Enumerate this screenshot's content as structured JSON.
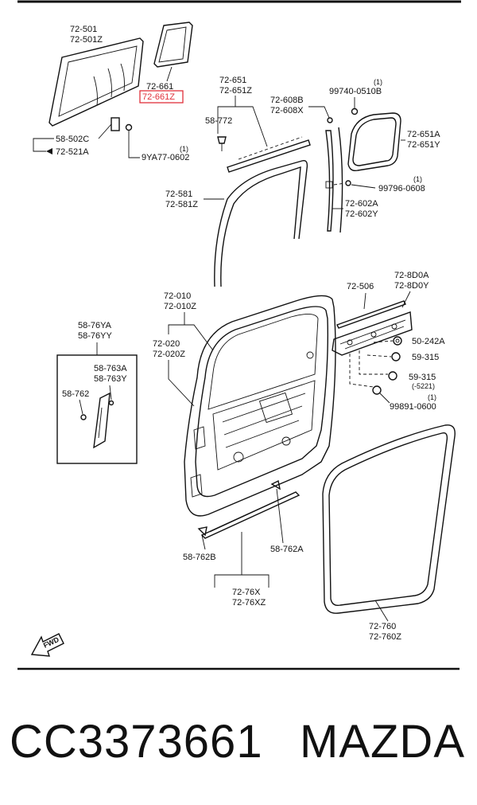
{
  "diagram": {
    "labels": {
      "l_72_501": "72-501",
      "l_72_501z": "72-501Z",
      "l_72_661": "72-661",
      "l_72_661z": "72-661Z",
      "l_72_651": "72-651",
      "l_72_651z": "72-651Z",
      "l_72_608b": "72-608B",
      "l_72_608x": "72-608X",
      "l_99740": "99740-0510B",
      "l_99740_qty": "(1)",
      "l_58_772": "58-772",
      "l_72_651a": "72-651A",
      "l_72_651y": "72-651Y",
      "l_58_502c": "58-502C",
      "l_72_521a": "72-521A",
      "l_9ya77": "9YA77-0602",
      "l_9ya77_qty": "(1)",
      "l_99796": "99796-0608",
      "l_99796_qty": "(1)",
      "l_72_581": "72-581",
      "l_72_581z": "72-581Z",
      "l_72_602a": "72-602A",
      "l_72_602y": "72-602Y",
      "l_72_8d0a": "72-8D0A",
      "l_72_8d0y": "72-8D0Y",
      "l_72_506": "72-506",
      "l_72_010": "72-010",
      "l_72_010z": "72-010Z",
      "l_58_76ya": "58-76YA",
      "l_58_76yy": "58-76YY",
      "l_72_020": "72-020",
      "l_72_020z": "72-020Z",
      "l_50_242a": "50-242A",
      "l_59_315a": "59-315",
      "l_59_315b": "59-315",
      "l_5221": "(-5221)",
      "l_58_763a": "58-763A",
      "l_58_763y": "58-763Y",
      "l_58_762": "58-762",
      "l_99891": "99891-0600",
      "l_99891_qty": "(1)",
      "l_58_762b": "58-762B",
      "l_58_762a": "58-762A",
      "l_72_76x": "72-76X",
      "l_72_76xz": "72-76XZ",
      "l_72_760": "72-760",
      "l_72_760z": "72-760Z",
      "fwd": "FWD"
    },
    "highlight_color": "#e0303a"
  },
  "caption": {
    "part_number": "CC3373661",
    "brand": "MAZDA"
  }
}
